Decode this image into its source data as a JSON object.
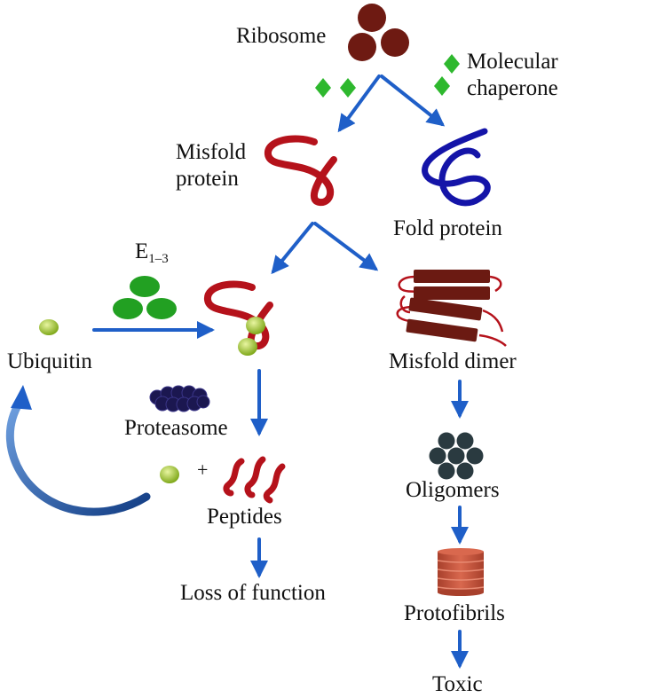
{
  "labels": {
    "ribosome": "Ribosome",
    "chaperone_line1": "Molecular",
    "chaperone_line2": "chaperone",
    "misfold_line1": "Misfold",
    "misfold_line2": "protein",
    "fold_protein": "Fold protein",
    "enzyme_letter": "E",
    "enzyme_subscript": "1–3",
    "ubiquitin": "Ubiquitin",
    "misfold_dimer": "Misfold dimer",
    "proteasome": "Proteasome",
    "plus": "+",
    "peptides": "Peptides",
    "loss_of_function": "Loss of function",
    "oligomers": "Oligomers",
    "protofibrils": "Protofibrils",
    "toxic": "Toxic"
  },
  "colors": {
    "arrow": "#1f5fc8",
    "ribosome": "#6e1a12",
    "chaperone": "#2eb82e",
    "misfold_protein": "#b5121b",
    "fold_protein": "#1414a8",
    "enzyme": "#22a022",
    "ubiquitin": "#9acd32",
    "dimer_bar": "#6b1a12",
    "proteasome": "#1b1750",
    "oligomer": "#2a3a40",
    "protofibril": "#c8553d",
    "recycle_arrow": "#1f4f9e"
  },
  "icons": [
    "ribosome-icon",
    "chaperone-icon",
    "misfold-protein-icon",
    "fold-protein-icon",
    "e1-3-enzyme-icon",
    "ubiquitin-icon",
    "ubiquitinated-protein-icon",
    "misfold-dimer-icon",
    "proteasome-icon",
    "peptides-icon",
    "oligomers-icon",
    "protofibril-icon",
    "recycle-arrow-icon"
  ]
}
